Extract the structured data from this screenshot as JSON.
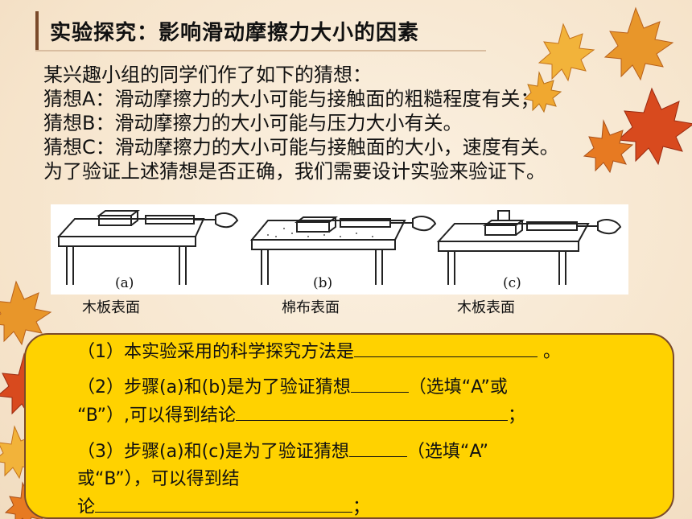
{
  "title": "实验探究：影响滑动摩擦力大小的因素",
  "intro": [
    "某兴趣小组的同学们作了如下的猜想：",
    "猜想A：滑动摩擦力的大小可能与接触面的粗糙程度有关；",
    "猜想B：滑动摩擦力的大小可能与压力大小有关。",
    "猜想C：滑动摩擦力的大小可能与接触面的大小，速度有关。",
    "为了验证上述猜想是否正确，我们需要设计实验来验证下。"
  ],
  "figure": {
    "labels": [
      "(a)",
      "(b)",
      "(c)"
    ],
    "captions": [
      "木板表面",
      "棉布表面",
      "木板表面"
    ]
  },
  "questions": {
    "q1": {
      "text": "（1）本实验采用的科学探究方法是",
      "end": " 。"
    },
    "q2": {
      "text1": "（2）步骤(a)和(b)是为了验证猜想",
      "text2": "（选填“A”或",
      "text3": "“B”）,可以得到结论",
      "end": "；"
    },
    "q3": {
      "text1": "（3）步骤(a)和(c)是为了验证猜想",
      "text2": "（选填“A”",
      "text3": "或“B”），可以得到结",
      "text4": "论",
      "end": "；"
    }
  },
  "colors": {
    "panel": "#ffd200",
    "panel_border": "#7a4a2a",
    "background": "#f7e8d2"
  }
}
